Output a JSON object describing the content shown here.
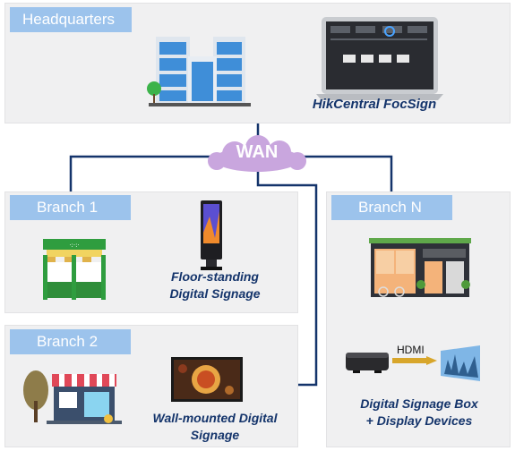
{
  "headquarters": {
    "label": "Headquarters",
    "product": "HikCentral FocSign"
  },
  "network": {
    "label": "WAN"
  },
  "branch1": {
    "label": "Branch 1",
    "device": "Floor-standing Digital Signage",
    "device_line1": "Floor-standing",
    "device_line2": "Digital Signage"
  },
  "branch2": {
    "label": "Branch 2",
    "device_line1": "Wall-mounted Digital",
    "device_line2": "Signage"
  },
  "branchN": {
    "label": "Branch N",
    "cable_label": "HDMI",
    "device_line1": "Digital Signage Box",
    "device_line2": "+ Display Devices"
  },
  "colors": {
    "panel": "#f0f0f1",
    "tag": "#9cc3ec",
    "line": "#14346b",
    "cloud": "#c9a6de",
    "caption": "#14346b"
  },
  "icons": [
    "office-building-icon",
    "laptop-icon",
    "cloud-icon",
    "shop-icon",
    "kiosk-icon",
    "house-icon",
    "tree-icon",
    "wall-display-icon",
    "store-front-icon",
    "media-box-icon",
    "monitor-icon"
  ]
}
